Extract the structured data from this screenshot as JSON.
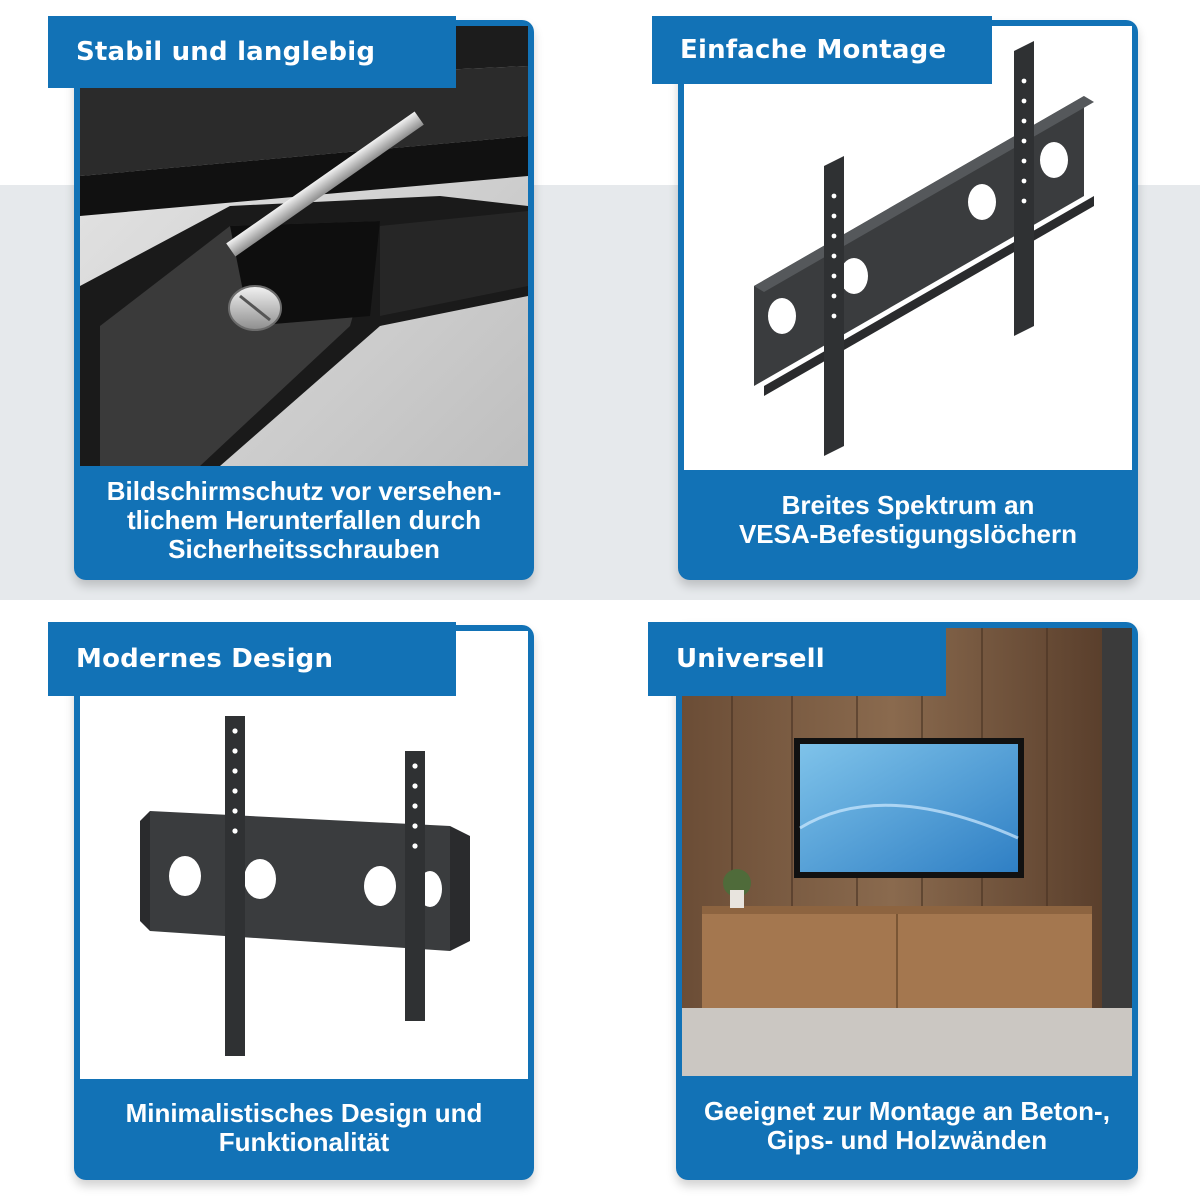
{
  "colors": {
    "brand_blue": "#1272b6",
    "band_gray": "#e6e9ec",
    "mount_black": "#3a3c3e",
    "wood": "#7a5a40"
  },
  "panels": [
    {
      "title": "Stabil und langlebig",
      "caption_lines": [
        "Bildschirmschutz vor versehen-",
        "tlichem Herunterfallen durch",
        "Sicherheitsschrauben"
      ]
    },
    {
      "title": "Einfache Montage",
      "caption_lines": [
        "Breites Spektrum an",
        "VESA-Befestigungslöchern"
      ]
    },
    {
      "title": "Modernes Design",
      "caption_lines": [
        "Minimalistisches Design und",
        "Funktionalität"
      ]
    },
    {
      "title": "Universell",
      "caption_lines": [
        "Geeignet zur Montage an Beton-,",
        "Gips- und Holzwänden"
      ]
    }
  ]
}
